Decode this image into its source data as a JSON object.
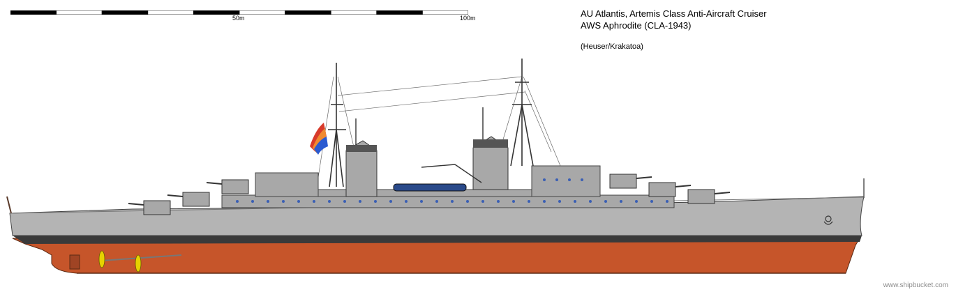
{
  "scale": {
    "label_mid": "50m",
    "label_end": "100m",
    "segment_count": 10
  },
  "title": {
    "line1": "AU Atlantis, Artemis Class Anti-Aircraft Cruiser",
    "line2": "AWS Aphrodite (CLA-1943)",
    "credit": "(Heuser/Krakatoa)"
  },
  "watermark": "www.shipbucket.com",
  "colors": {
    "hull_grey": "#b4b4b4",
    "superstructure_grey": "#a8a8a8",
    "below_waterline": "#c6552a",
    "boot_top": "#3a3a3a",
    "porthole": "#3a5fb4",
    "propeller": "#e6d200",
    "boat_blue": "#2a4a8a",
    "flag_red": "#d83a2a",
    "flag_orange": "#f08a30",
    "flag_blue": "#2a5ad0"
  }
}
